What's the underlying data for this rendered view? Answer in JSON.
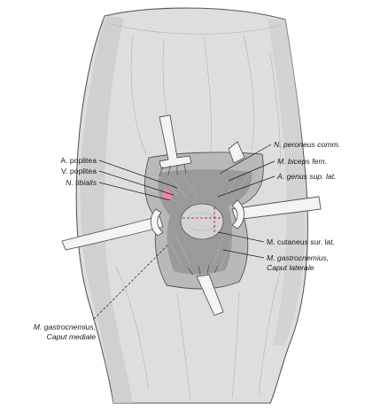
{
  "labels": {
    "a_poplitea": "A. poplitea",
    "v_poplitea": "V. poplitea",
    "n_tibialis": "N. tibialis",
    "n_peroneus": "N. peroneus comm.",
    "m_biceps": "M. biceps fem.",
    "a_genus": "A. genus sup. lat.",
    "m_cutaneus": "M. cutaneus sur. lat.",
    "m_gastro_lat_1": "M. gastrocnemius,",
    "m_gastro_lat_2": "Caput laterale",
    "m_gastro_med_1": "M. gastrocnemius,",
    "m_gastro_med_2": "Caput mediale"
  },
  "colors": {
    "skin": "#dedede",
    "skin_shade": "#c8c8c8",
    "wound": "#b9b9b9",
    "retractor": "#f4f4f4",
    "vessel_highlight": "#e48aa6",
    "nerve_dash": "#c0306a"
  }
}
